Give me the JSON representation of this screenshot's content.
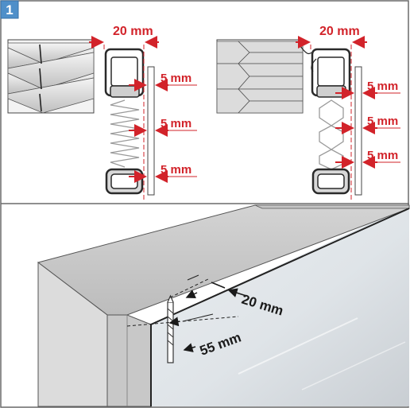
{
  "step": {
    "number": "1"
  },
  "top_left": {
    "width_label": "20 mm",
    "gap_labels": [
      "5 mm",
      "5 mm",
      "5 mm"
    ]
  },
  "top_right": {
    "width_label": "20 mm",
    "gap_labels": [
      "5 mm",
      "5 mm",
      "5 mm"
    ]
  },
  "bottom": {
    "offset_label": "20 mm",
    "depth_label": "55 mm"
  },
  "colors": {
    "accent": "#d2232a",
    "step_badge": "#4f8fc9",
    "frame_border": "#555555"
  }
}
